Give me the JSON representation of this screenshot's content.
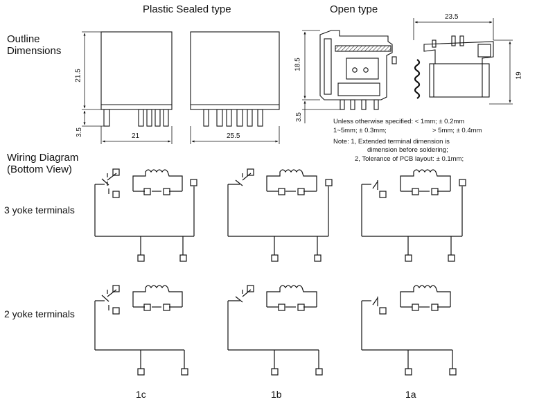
{
  "headers": {
    "plastic_sealed": "Plastic Sealed type",
    "open_type": "Open type"
  },
  "outline_label": [
    "Outline",
    "Dimensions"
  ],
  "wiring_label": [
    "Wiring Diagram",
    "(Bottom View)"
  ],
  "rows": {
    "three_yoke": "3 yoke terminals",
    "two_yoke": "2 yoke terminals"
  },
  "columns": [
    "1c",
    "1b",
    "1a"
  ],
  "dimensions": {
    "sealed_height": "21.5",
    "sealed_pin": "3.5",
    "sealed_width_a": "21",
    "sealed_width_b": "25.5",
    "open_height": "18.5",
    "open_pin": "3.5",
    "open_width": "23.5",
    "open_height_right": "19"
  },
  "notes": {
    "line1": "Unless otherwise specified: < 1mm;   ± 0.2mm",
    "line2a": "1~5mm;  ± 0.3mm;",
    "line2b": "> 5mm;  ± 0.4mm",
    "line3": "Note: 1, Extended terminal dimension is",
    "line4": "dimension before soldering;",
    "line5": "2, Tolerance of PCB layout: ± 0.1mm;"
  }
}
